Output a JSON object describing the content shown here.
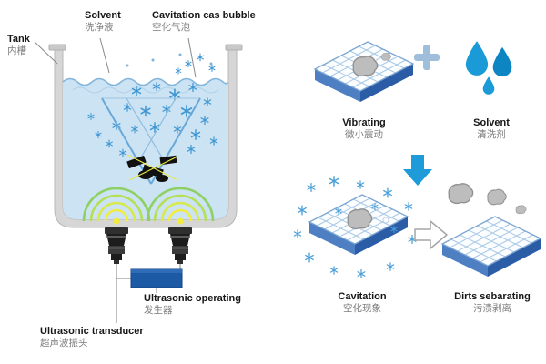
{
  "diagram": {
    "left": {
      "tank": {
        "en": "Tank",
        "zh": "内槽"
      },
      "solvent": {
        "en": "Solvent",
        "zh": "洗净液"
      },
      "cavitation_bubble": {
        "en": "Cavitation cas bubble",
        "zh": "空化气泡"
      },
      "operating": {
        "en": "Ultrasonic operating",
        "zh": "发生器"
      },
      "transducer": {
        "en": "Ultrasonic transducer",
        "zh": "超声波振头"
      }
    },
    "right": {
      "vibrating": {
        "en": "Vibrating",
        "zh": "微小震动"
      },
      "solvent": {
        "en": "Solvent",
        "zh": "清洗剂"
      },
      "cavitation": {
        "en": "Cavitation",
        "zh": "空化现象"
      },
      "dirts_separating": {
        "en": "Dirts sebarating",
        "zh": "污渍剥离"
      }
    }
  },
  "colors": {
    "water": "#cbe3f3",
    "wave_arc_yellow": "#f2ec3d",
    "bubble_blue": "#3f97d3",
    "drop_blue": "#1a9ad6",
    "arrow_blue": "#1e9bd8",
    "generator_blue": "#1c5aa6",
    "tile_side_blue": "#2b5ca6"
  }
}
